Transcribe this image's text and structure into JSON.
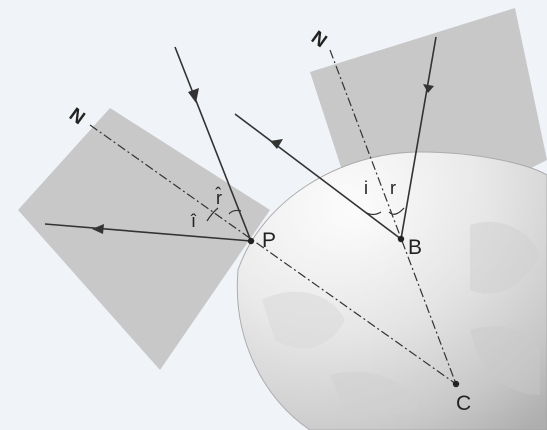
{
  "diagram": {
    "labels": {
      "point_p": "P",
      "point_b": "B",
      "point_c": "C",
      "normal_left": "N",
      "normal_right": "N",
      "angle_i_left": "î",
      "angle_r_left": "r̂",
      "angle_i_right": "i",
      "angle_r_right": "r"
    },
    "colors": {
      "background": "#f0f3f8",
      "plane": "#c8c8c8",
      "line": "#333333",
      "sphere_light": "#f6f6f6",
      "sphere_dark": "#b9b9b9"
    }
  }
}
